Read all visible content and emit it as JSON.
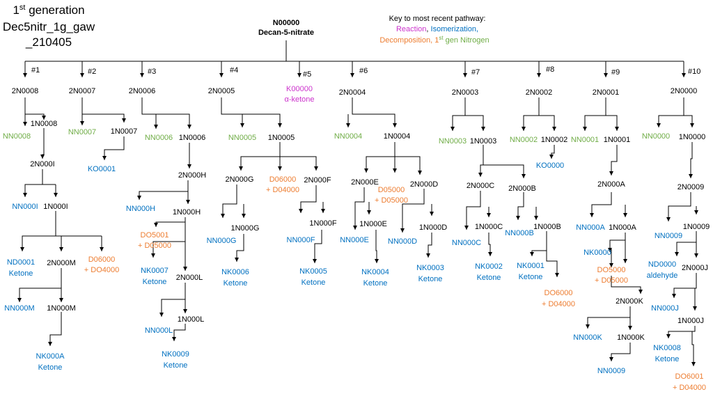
{
  "title": {
    "line1_main": "1",
    "line1_sup": "st",
    "line1_rest": " generation",
    "line2": "Dec5nitr_1g_gaw",
    "line3": "_210405"
  },
  "root": {
    "code": "N00000",
    "name": "Decan-5-nitrate"
  },
  "key": {
    "heading": "Key to most recent pathway:",
    "reaction": "Reaction",
    "isomerization": "Isomerization,",
    "decomposition": "Decomposition, 1",
    "sup": "st",
    "nitrogen": " gen Nitrogen",
    "colors": {
      "reaction": "#cc33cc",
      "isomerization": "#0070c0",
      "decomposition": "#ed7d31",
      "nitrogen": "#70ad47"
    }
  },
  "branches": [
    "#1",
    "#2",
    "#3",
    "#4",
    "#5",
    "#6",
    "#7",
    "#8",
    "#9",
    "#10"
  ],
  "nodes": [
    "2N0008",
    "2N0007",
    "2N0006",
    "2N0005",
    "K00000",
    "α-ketone",
    "2N0004",
    "2N0003",
    "2N0002",
    "2N0001",
    "2N0000",
    "1N0008",
    "NN0008",
    "2N000I",
    "NN000I",
    "1N000I",
    "ND0001",
    "Ketone",
    "2N000M",
    "D06000",
    "+ DO4000",
    "NN000M",
    "1N000M",
    "NK000A",
    "Ketone",
    "NN0007",
    "1N0007",
    "KO0001",
    "NN0006",
    "1N0006",
    "2N000H",
    "NN000H",
    "1N000H",
    "DO5001",
    "+ D05000",
    "NK0007",
    "Ketone",
    "2N000L",
    "NN000L",
    "1N000L",
    "NK0009",
    "Ketone",
    "NN0005",
    "1N0005",
    "2N000G",
    "D06000",
    "+ D04000",
    "2N000F",
    "1N000G",
    "NN000G",
    "NK0006",
    "Ketone",
    "1N000F",
    "NN000F",
    "NK0005",
    "Ketone",
    "NN0004",
    "1N0004",
    "2N000E",
    "D05000",
    "+ D05000",
    "2N000D",
    "1N000E",
    "NN000E",
    "NK0004",
    "Ketone",
    "NN000D",
    "1N000D",
    "NK0003",
    "Ketone",
    "NN0003",
    "1N0003",
    "2N000C",
    "2N000B",
    "1N000C",
    "NN000C",
    "NK0002",
    "Ketone",
    "NN000B",
    "1N000B",
    "NK0001",
    "Ketone",
    "DO6000",
    "+ D04000",
    "NN0002",
    "1N0002",
    "KO0000",
    "NN0001",
    "1N0001",
    "2N000A",
    "NN000A",
    "1N000A",
    "NK0000",
    "DO5000",
    "+ D05000",
    "2N000K",
    "NN000K",
    "1N000K",
    "NN0009",
    "NN0000",
    "1N0000",
    "2N0009",
    "NN0009",
    "1N0009",
    "ND0000",
    "aldehyde",
    "2N000J",
    "NN000J",
    "1N000J",
    "NK0008",
    "Ketone",
    "DO6001",
    "+ D04000"
  ]
}
